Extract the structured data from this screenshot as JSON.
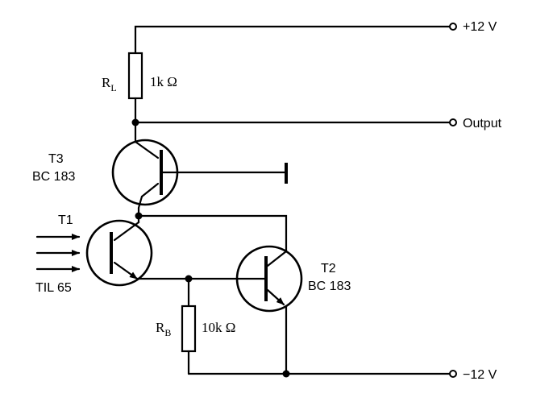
{
  "terminals": {
    "vpos": "+12 V",
    "output": "Output",
    "vneg": "−12 V"
  },
  "resistors": {
    "rl": {
      "letter": "R",
      "subscript": "L",
      "value": "1k Ω"
    },
    "rb": {
      "letter": "R",
      "subscript": "B",
      "value": "10k Ω"
    }
  },
  "transistors": {
    "t3": {
      "name": "T3",
      "type": "BC 183"
    },
    "t1": {
      "name": "T1",
      "type": "TIL 65"
    },
    "t2": {
      "name": "T2",
      "type": "BC 183"
    }
  }
}
